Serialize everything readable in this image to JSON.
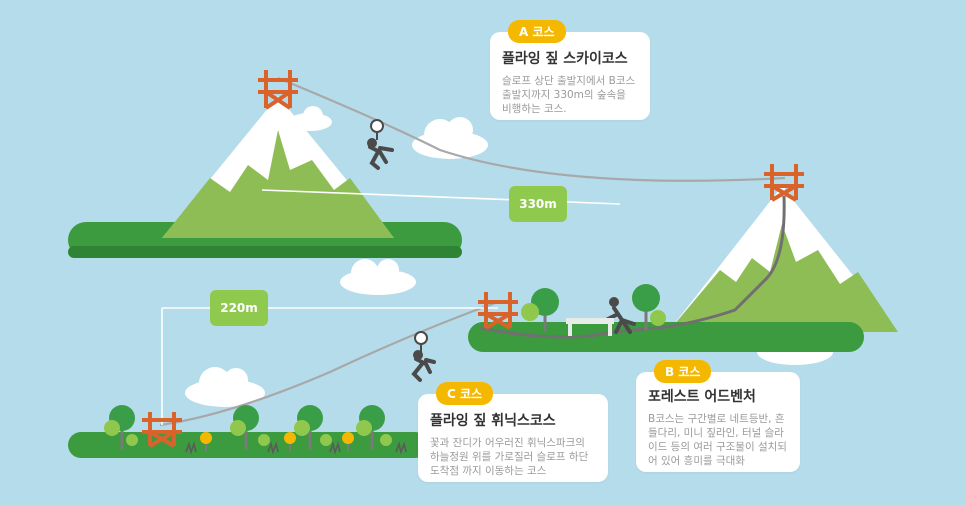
{
  "courses": {
    "a": {
      "badge": "A 코스",
      "title": "플라잉 짚 스카이코스",
      "description": "슬로프 상단 출발지에서 B코스 출발지까지 330m의 숲속을 비행하는 코스."
    },
    "b": {
      "badge": "B 코스",
      "title": "포레스트 어드벤처",
      "description": "B코스는 구간별로 네트등반, 흔들다리, 미니 짚라인, 터널 슬라이드 등의 여러 구조물이 설치되어 있어 흥미를 극대화"
    },
    "c": {
      "badge": "C 코스",
      "title": "플라잉 짚 휘닉스코스",
      "description": "꽃과 잔디가 어우러진 휘닉스파크의 하늘정원 위를 가로질러 슬로프 하단 도착점 까지 이동하는 코스"
    }
  },
  "distances": {
    "a": "330m",
    "c": "220m"
  },
  "colors": {
    "sky": "#b5dceb",
    "grass": "#3b9b3e",
    "mountain": "#8fbd55",
    "snow": "#ffffff",
    "tower": "#d9632a",
    "badge": "#f5b800",
    "label": "#8fca4f",
    "cable": "#a8a8a8",
    "rider": "#4a4a4a"
  }
}
